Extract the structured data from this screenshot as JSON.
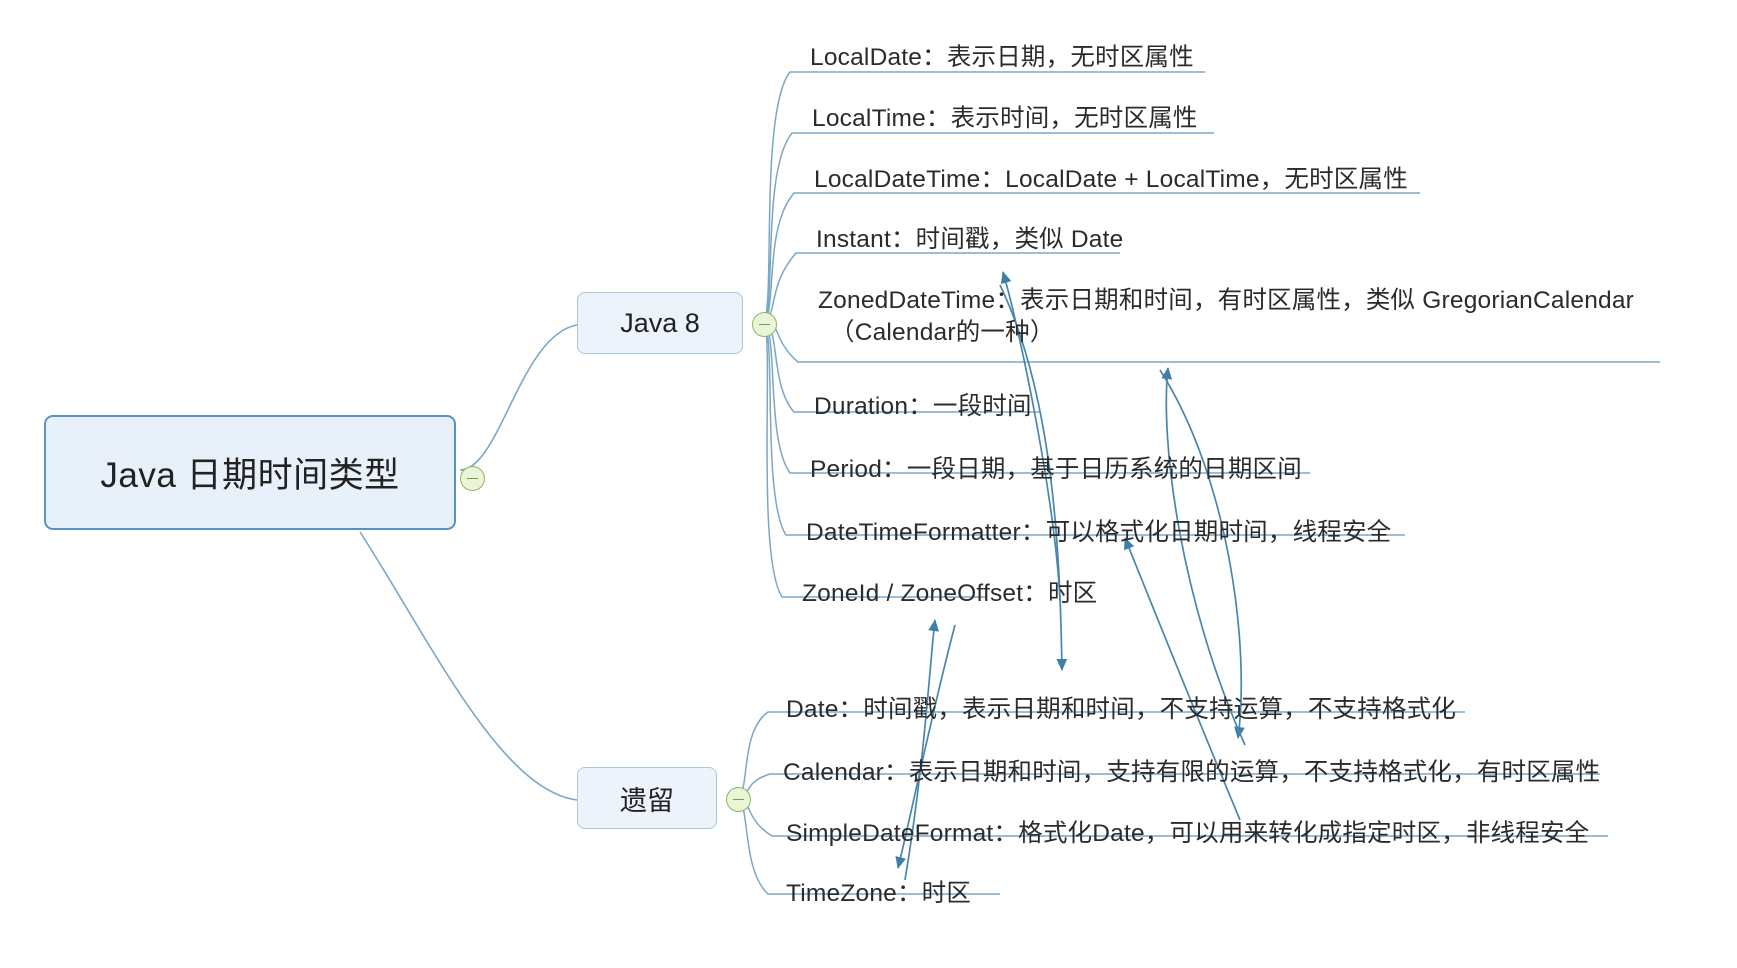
{
  "diagram": {
    "title": "Java 日期时间类型",
    "type": "mindmap"
  },
  "root": {
    "label": "Java 日期时间类型",
    "toggle_icon": "collapse-minus-icon"
  },
  "branches": [
    {
      "id": "java8",
      "label": "Java 8",
      "toggle_icon": "collapse-minus-icon",
      "children": [
        {
          "id": "localdate",
          "text": "LocalDate：表示日期，无时区属性"
        },
        {
          "id": "localtime",
          "text": "LocalTime：表示时间，无时区属性"
        },
        {
          "id": "localdatetime",
          "text": "LocalDateTime：LocalDate + LocalTime，无时区属性"
        },
        {
          "id": "instant",
          "text": "Instant：时间戳，类似 Date"
        },
        {
          "id": "zoneddatetime",
          "text": "ZonedDateTime：表示日期和时间，有时区属性，类似 GregorianCalendar",
          "text_line2": "（Calendar的一种）"
        },
        {
          "id": "duration",
          "text": "Duration：一段时间"
        },
        {
          "id": "period",
          "text": "Period：一段日期，基于日历系统的日期区间"
        },
        {
          "id": "datetimeformatter",
          "text": "DateTimeFormatter：可以格式化日期时间，线程安全"
        },
        {
          "id": "zoneid",
          "text": "ZoneId / ZoneOffset：时区"
        }
      ]
    },
    {
      "id": "legacy",
      "label": "遗留",
      "toggle_icon": "collapse-minus-icon",
      "children": [
        {
          "id": "date",
          "text": "Date：时间戳，表示日期和时间，不支持运算，不支持格式化"
        },
        {
          "id": "calendar",
          "text": "Calendar：表示日期和时间，支持有限的运算，不支持格式化，有时区属性"
        },
        {
          "id": "simpledateformat",
          "text": "SimpleDateFormat：格式化Date，可以用来转化成指定时区，非线程安全"
        },
        {
          "id": "timezone",
          "text": "TimeZone：时区"
        }
      ]
    }
  ],
  "colors": {
    "root_fill": "#e8f0fa",
    "root_border": "#5a93c0",
    "branch_fill": "#edf3fa",
    "branch_border": "#a9c6dd",
    "connector": "#7ba7c7",
    "cross_link": "#3d7fa6",
    "toggle_fill": "#eaf4d8",
    "toggle_border": "#8fb45c",
    "text": "#2b2b2b",
    "background": "#ffffff"
  }
}
